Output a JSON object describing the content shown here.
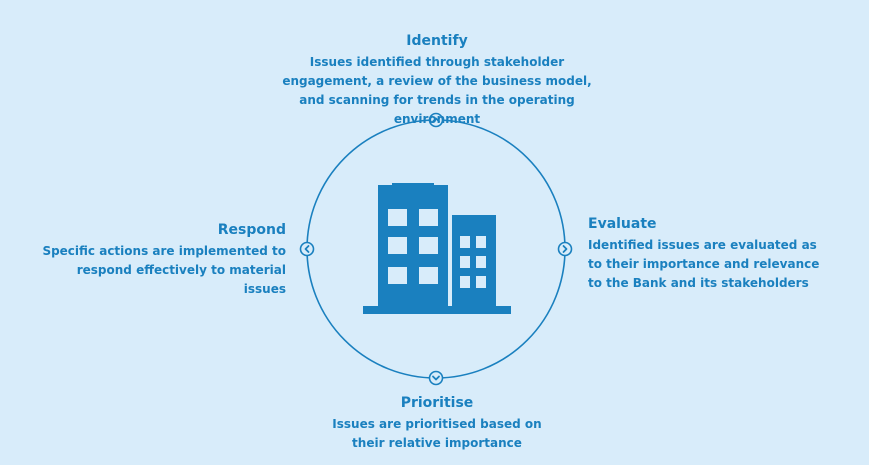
{
  "colors": {
    "background": "#d8ecfa",
    "accent": "#1a80bf"
  },
  "stages": {
    "identify": {
      "title": "Identify",
      "description": "Issues identified through stakeholder engagement, a review of the business model, and scanning for trends in the operating environment",
      "arrow_icon": "chevron-up-icon"
    },
    "evaluate": {
      "title": "Evaluate",
      "description": "Identified issues are evaluated as to their importance and relevance to the Bank and its stakeholders",
      "arrow_icon": "chevron-right-icon"
    },
    "prioritise": {
      "title": "Prioritise",
      "description": "Issues are prioritised based on their relative importance",
      "arrow_icon": "chevron-down-icon"
    },
    "respond": {
      "title": "Respond",
      "description": "Specific actions are implemented to respond effectively to material issues",
      "arrow_icon": "chevron-left-icon"
    }
  },
  "center_icon": "office-buildings-icon"
}
